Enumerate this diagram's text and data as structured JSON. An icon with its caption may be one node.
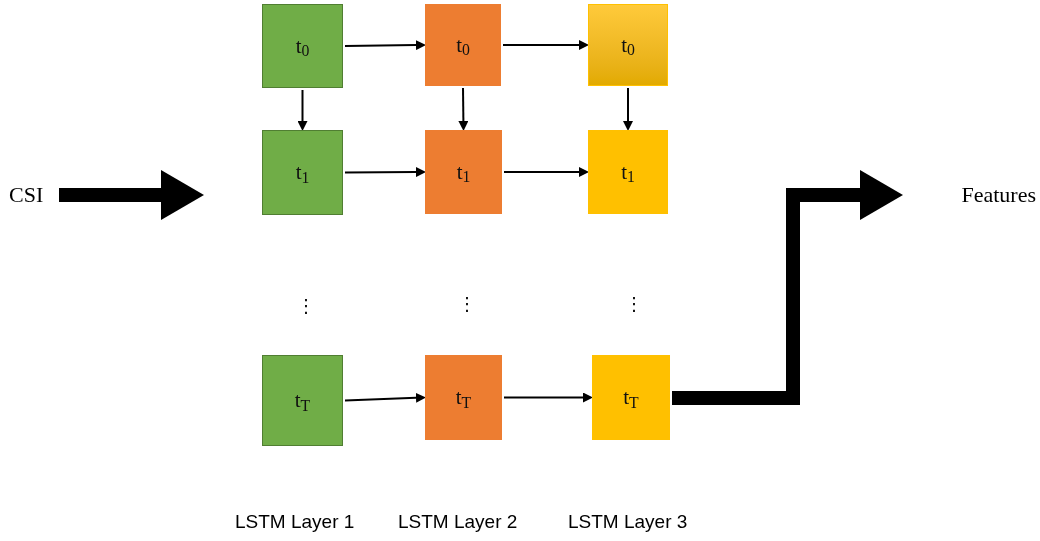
{
  "diagram": {
    "nodes": [
      {
        "text": [
          "CSI"
        ]
      },
      {
        "text": [
          "t$_{0}$"
        ]
      },
      {
        "text": [
          "t$_{0}$"
        ]
      },
      {
        "text": [
          "t$_{0}$"
        ]
      },
      {
        "text": [
          "t$_{1}$"
        ]
      },
      {
        "text": [
          "t$_{1}$"
        ]
      },
      {
        "text": [
          "t$_{1}$"
        ]
      },
      {
        "text": [
          "t$_{T}$"
        ]
      },
      {
        "text": [
          "t$_{T}$"
        ]
      },
      {
        "text": [
          "t$_{T}$"
        ]
      },
      {
        "text": [
          "Features"
        ]
      }
    ],
    "edges": [
      {
        "from": 0,
        "to": null,
        "arrow": "to",
        "style": "thick"
      },
      {
        "from": 1,
        "to": 2,
        "arrow": "to"
      },
      {
        "from": 2,
        "to": 3,
        "arrow": "to"
      },
      {
        "from": 1,
        "to": 4,
        "arrow": "to"
      },
      {
        "from": 2,
        "to": 5,
        "arrow": "to"
      },
      {
        "from": 3,
        "to": 6,
        "arrow": "to"
      },
      {
        "from": 4,
        "to": 5,
        "arrow": "to"
      },
      {
        "from": 5,
        "to": 6,
        "arrow": "to"
      },
      {
        "from": 7,
        "to": 8,
        "arrow": "to"
      },
      {
        "from": 8,
        "to": 9,
        "arrow": "to"
      },
      {
        "from": 9,
        "to": 10,
        "arrow": "to",
        "style": "thick"
      }
    ],
    "labels": [
      "⋮",
      "⋮",
      "⋮",
      "LSTM Layer 1",
      "LSTM Layer 2",
      "LSTM Layer 3"
    ]
  }
}
